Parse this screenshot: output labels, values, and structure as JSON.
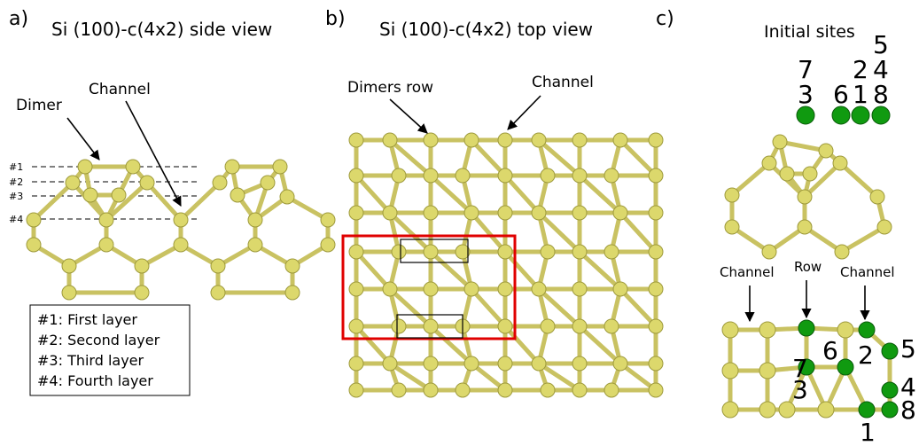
{
  "panels": {
    "a": {
      "letter": "a)",
      "title": "Si (100)-c(4x2) side view",
      "dimer_label": "Dimer",
      "channel_label": "Channel",
      "layer_tags": [
        "#1",
        "#2",
        "#3",
        "#4"
      ],
      "legend": [
        "#1: First layer",
        "#2: Second layer",
        "#3: Third layer",
        "#4: Fourth layer"
      ]
    },
    "b": {
      "letter": "b)",
      "title": "Si (100)-c(4x2) top view",
      "dimers_row_label": "Dimers row",
      "channel_label": "Channel"
    },
    "c": {
      "letter": "c)",
      "title": "Initial sites",
      "channel_left_label": "Channel",
      "row_label": "Row",
      "channel_right_label": "Channel",
      "top_sites": [
        "5",
        "7",
        "2",
        "4",
        "3",
        "6",
        "1",
        "8"
      ],
      "bottom_sites": [
        "7",
        "6",
        "2",
        "5",
        "3",
        "4",
        "1",
        "8"
      ]
    }
  },
  "colors": {
    "silicon_atom": "#dcd86c",
    "adsorption_site": "#109a10",
    "unit_cell_box": "#e00000",
    "dimer_box": "#000000"
  }
}
